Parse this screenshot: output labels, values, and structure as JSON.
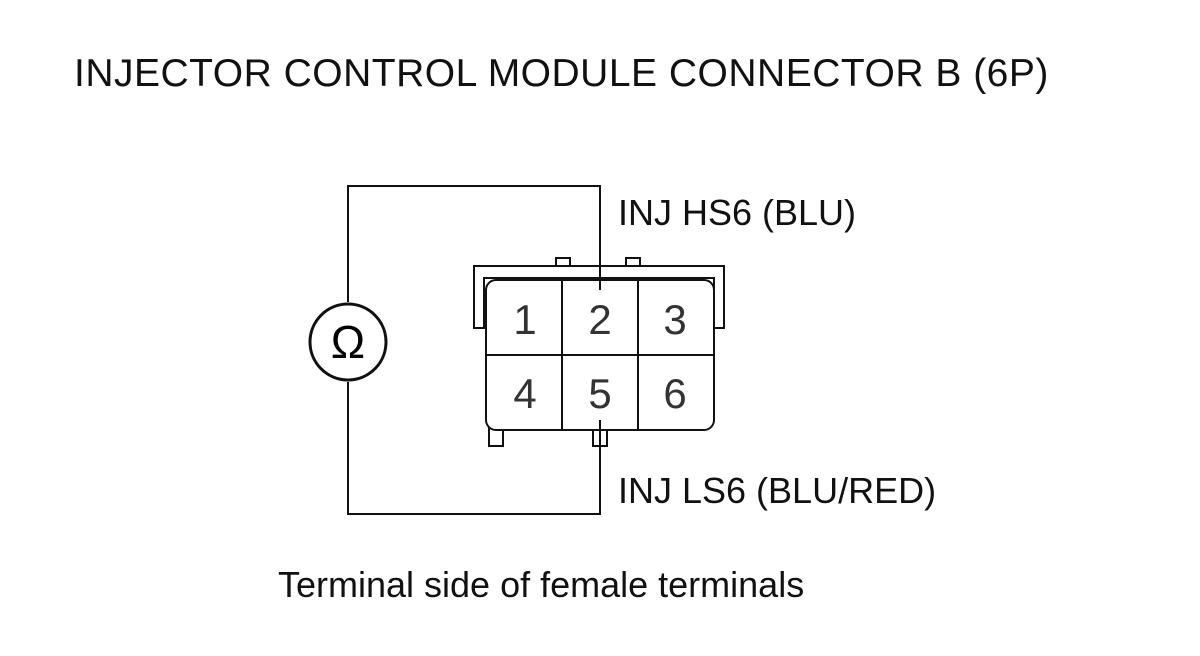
{
  "title": "INJECTOR CONTROL MODULE CONNECTOR B (6P)",
  "meter": {
    "symbol": "Ω",
    "icon": "ohmmeter-icon"
  },
  "connector": {
    "terminals": [
      "1",
      "2",
      "3",
      "4",
      "5",
      "6"
    ]
  },
  "wires": {
    "hs6_label": "INJ HS6 (BLU)",
    "ls6_label": "INJ LS6 (BLU/RED)"
  },
  "caption": "Terminal side of female terminals"
}
